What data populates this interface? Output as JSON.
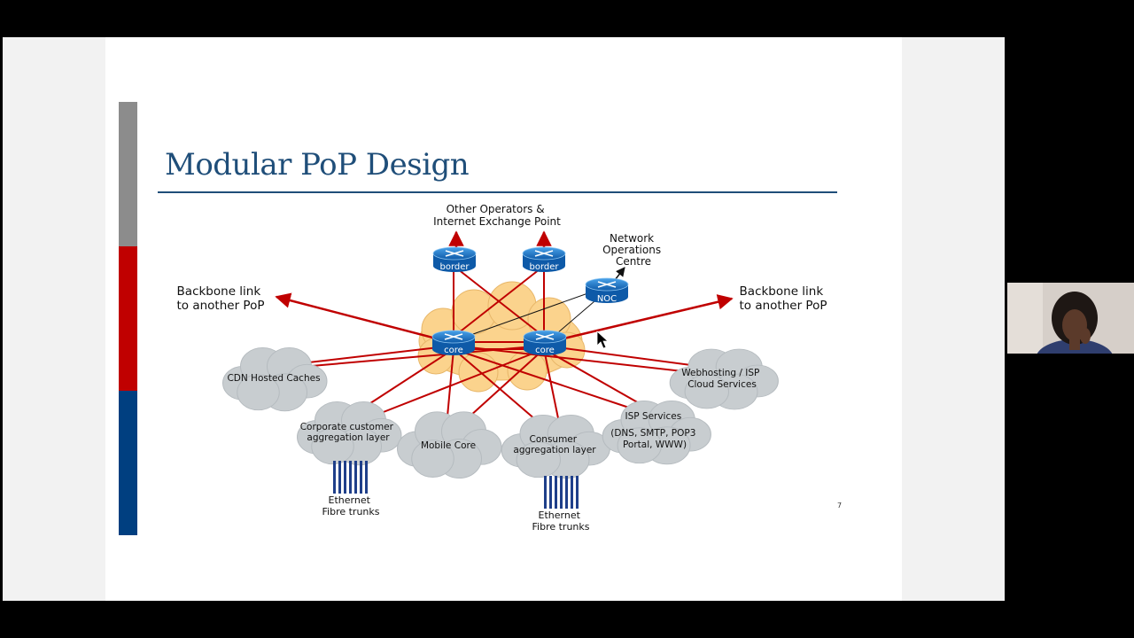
{
  "slide": {
    "title": "Modular PoP Design",
    "page_number": "7"
  },
  "diagram": {
    "top_label": [
      "Other Operators &",
      "Internet Exchange Point"
    ],
    "noc_label": [
      "Network",
      "Operations",
      "Centre"
    ],
    "backbone_left": [
      "Backbone link",
      "to another PoP"
    ],
    "backbone_right": [
      "Backbone link",
      "to another PoP"
    ],
    "routers": {
      "border_left": "border",
      "border_right": "border",
      "noc": "NOC",
      "core_left": "core",
      "core_right": "core"
    },
    "clouds": {
      "cdn": [
        "CDN Hosted Caches"
      ],
      "corporate": [
        "Corporate customer",
        "aggregation layer"
      ],
      "mobile": [
        "Mobile Core"
      ],
      "consumer": [
        "Consumer",
        "aggregation layer"
      ],
      "isp": [
        "ISP Services",
        "(DNS, SMTP, POP3",
        "Portal, WWW)"
      ],
      "webhosting": [
        "Webhosting / ISP",
        "Cloud Services"
      ]
    },
    "ethernet_left": [
      "Ethernet",
      "Fibre trunks"
    ],
    "ethernet_right": [
      "Ethernet",
      "Fibre trunks"
    ]
  },
  "colors": {
    "title": "#1f4e79",
    "link_red": "#c00000",
    "router_blue": "#1a73c8",
    "core_cloud": "#fbd38d",
    "service_cloud": "#c8cdd0"
  }
}
